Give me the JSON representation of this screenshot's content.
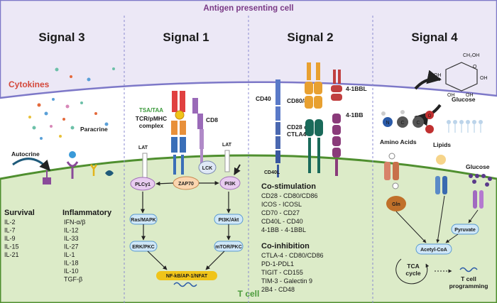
{
  "apc_label": "Antigen presenting cell",
  "tcell_label": "T cell",
  "signals": {
    "s3": "Signal 3",
    "s1": "Signal 1",
    "s2": "Signal 2",
    "s4": "Signal 4"
  },
  "signal3": {
    "cytokines": "Cytokines",
    "paracrine": "Paracrine",
    "autocrine": "Autocrine",
    "survival": {
      "title": "Survival",
      "items": [
        "IL-2",
        "IL-7",
        "IL-9",
        "IL-15",
        "IL-21"
      ]
    },
    "inflammatory": {
      "title": "Inflammatory",
      "items": [
        "IFN-α/β",
        "IL-12",
        "IL-33",
        "IL-27",
        "IL-1",
        "IL-18",
        "IL-10",
        "TGF-β"
      ]
    }
  },
  "signal1": {
    "tsa": "TSA/TAA",
    "tcr1": "TCR/pMHC",
    "tcr2": "complex",
    "cd8": "CD8",
    "lat_left": "LAT",
    "lat_right": "LAT",
    "lck": "LCK",
    "zap70": "ZAP70",
    "plcg1": "PLCγ1",
    "pi3k": "PI3K",
    "ras_mapk": "Ras/MAPK",
    "erk_pkc": "ERK/PKC",
    "pi3k_akt": "PI3K/Akt",
    "mtor_pkc": "mTOR/PKC",
    "nfkb": "NF-kB/AP-1/NFAT"
  },
  "signal2": {
    "cd40": "CD40",
    "cd40l": "CD40L",
    "cd80_86": "CD80/86",
    "cd28_ctla4_1": "CD28 or",
    "cd28_ctla4_2": "CTLA4",
    "bbl": "4-1BBL",
    "bb": "4-1BB",
    "costim_title": "Co-stimulation",
    "costim_items": [
      "CD28 - CD80/CD86",
      "ICOS - ICOSL",
      "CD70 - CD27",
      "CD40L - CD40",
      "4-1BB - 4-1BBL"
    ],
    "coinhib_title": "Co-inhibition",
    "coinhib_items": [
      "CTLA-4 - CD80/CD86",
      "PD-1-PDL1",
      "TIGIT - CD155",
      "TIM-3 - Galectin 9",
      "2B4 - CD48"
    ]
  },
  "signal4": {
    "glucose_top": "Glucose",
    "amino_acids": "Amino Acids",
    "lipids": "Lipids",
    "glucose_right": "Glucose",
    "gln": "Gln",
    "pyruvate": "Pyruvate",
    "acetyl_coa": "Acetyl-CoA",
    "tca1": "TCA",
    "tca2": "cycle",
    "tprog1": "T cell",
    "tprog2": "programming",
    "ch2oh": "CH₂OH",
    "oh_a": "OH",
    "oh_b": "OH",
    "oh_c": "OH",
    "oh_d": "OH",
    "o_ring": "O",
    "atom_n": "N",
    "atom_c1": "C",
    "atom_c2": "C",
    "atom_o": "O"
  },
  "colors": {
    "apc_bg": "#ece8f6",
    "apc_edge": "#7d78c8",
    "tcell_bg": "#dcebc8",
    "tcell_edge": "#4f8f2f",
    "tsa_green": "#3c9a3c",
    "cytokine_red": "#d4483b",
    "yellow_bar": "#f0c419",
    "node_purple": "#e8ccf0",
    "node_blue": "#cfe7f7",
    "node_green": "#d2ebc4",
    "node_orange": "#fbd6b0"
  }
}
